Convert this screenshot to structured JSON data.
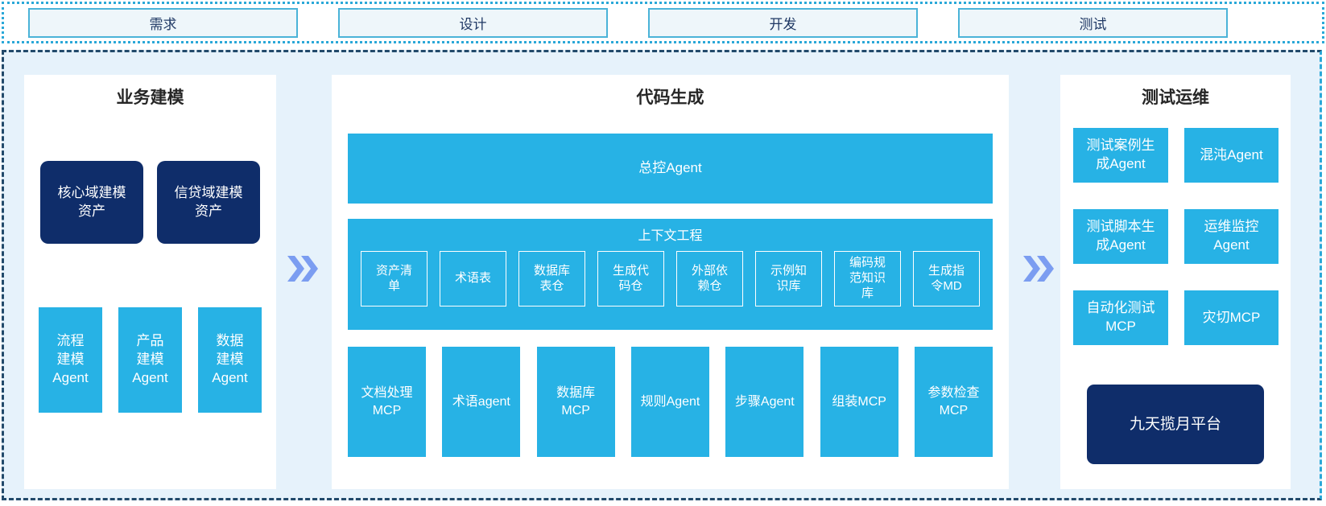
{
  "colors": {
    "cyan": "#27b2e5",
    "navy": "#0f2d6a",
    "chevron": "#7b9df1",
    "container_bg": "#e6f2fb",
    "dash_border": "#224a6b",
    "dot_border": "#2aa8d8",
    "phase_fill": "#eef6fa",
    "phase_border": "#4ab3d8",
    "phase_text": "#1f3864",
    "title_color": "#262626"
  },
  "phases": [
    {
      "label": "需求"
    },
    {
      "label": "设计"
    },
    {
      "label": "开发"
    },
    {
      "label": "测试"
    }
  ],
  "business_modeling": {
    "title": "业务建模",
    "assets": [
      {
        "label": "核心域建模\n资产"
      },
      {
        "label": "信贷域建模\n资产"
      }
    ],
    "agents": [
      {
        "label": "流程\n建模\nAgent"
      },
      {
        "label": "产品\n建模\nAgent"
      },
      {
        "label": "数据\n建模\nAgent"
      }
    ]
  },
  "code_generation": {
    "title": "代码生成",
    "master_agent": "总控Agent",
    "context_engineering": {
      "title": "上下文工程",
      "stores": [
        {
          "label": "资产清\n单"
        },
        {
          "label": "术语表"
        },
        {
          "label": "数据库\n表仓"
        },
        {
          "label": "生成代\n码仓"
        },
        {
          "label": "外部依\n赖仓"
        },
        {
          "label": "示例知\n识库"
        },
        {
          "label": "编码规\n范知识\n库"
        },
        {
          "label": "生成指\n令MD"
        }
      ]
    },
    "workers": [
      {
        "label": "文档处理\nMCP"
      },
      {
        "label": "术语agent"
      },
      {
        "label": "数据库\nMCP"
      },
      {
        "label": "规则Agent"
      },
      {
        "label": "步骤Agent"
      },
      {
        "label": "组装MCP"
      },
      {
        "label": "参数检查\nMCP"
      }
    ]
  },
  "test_ops": {
    "title": "测试运维",
    "agents": [
      {
        "label": "测试案例生\n成Agent"
      },
      {
        "label": "混沌Agent"
      },
      {
        "label": "测试脚本生\n成Agent"
      },
      {
        "label": "运维监控\nAgent"
      },
      {
        "label": "自动化测试\nMCP"
      },
      {
        "label": "灾切MCP"
      }
    ],
    "platform": "九天揽月平台"
  }
}
